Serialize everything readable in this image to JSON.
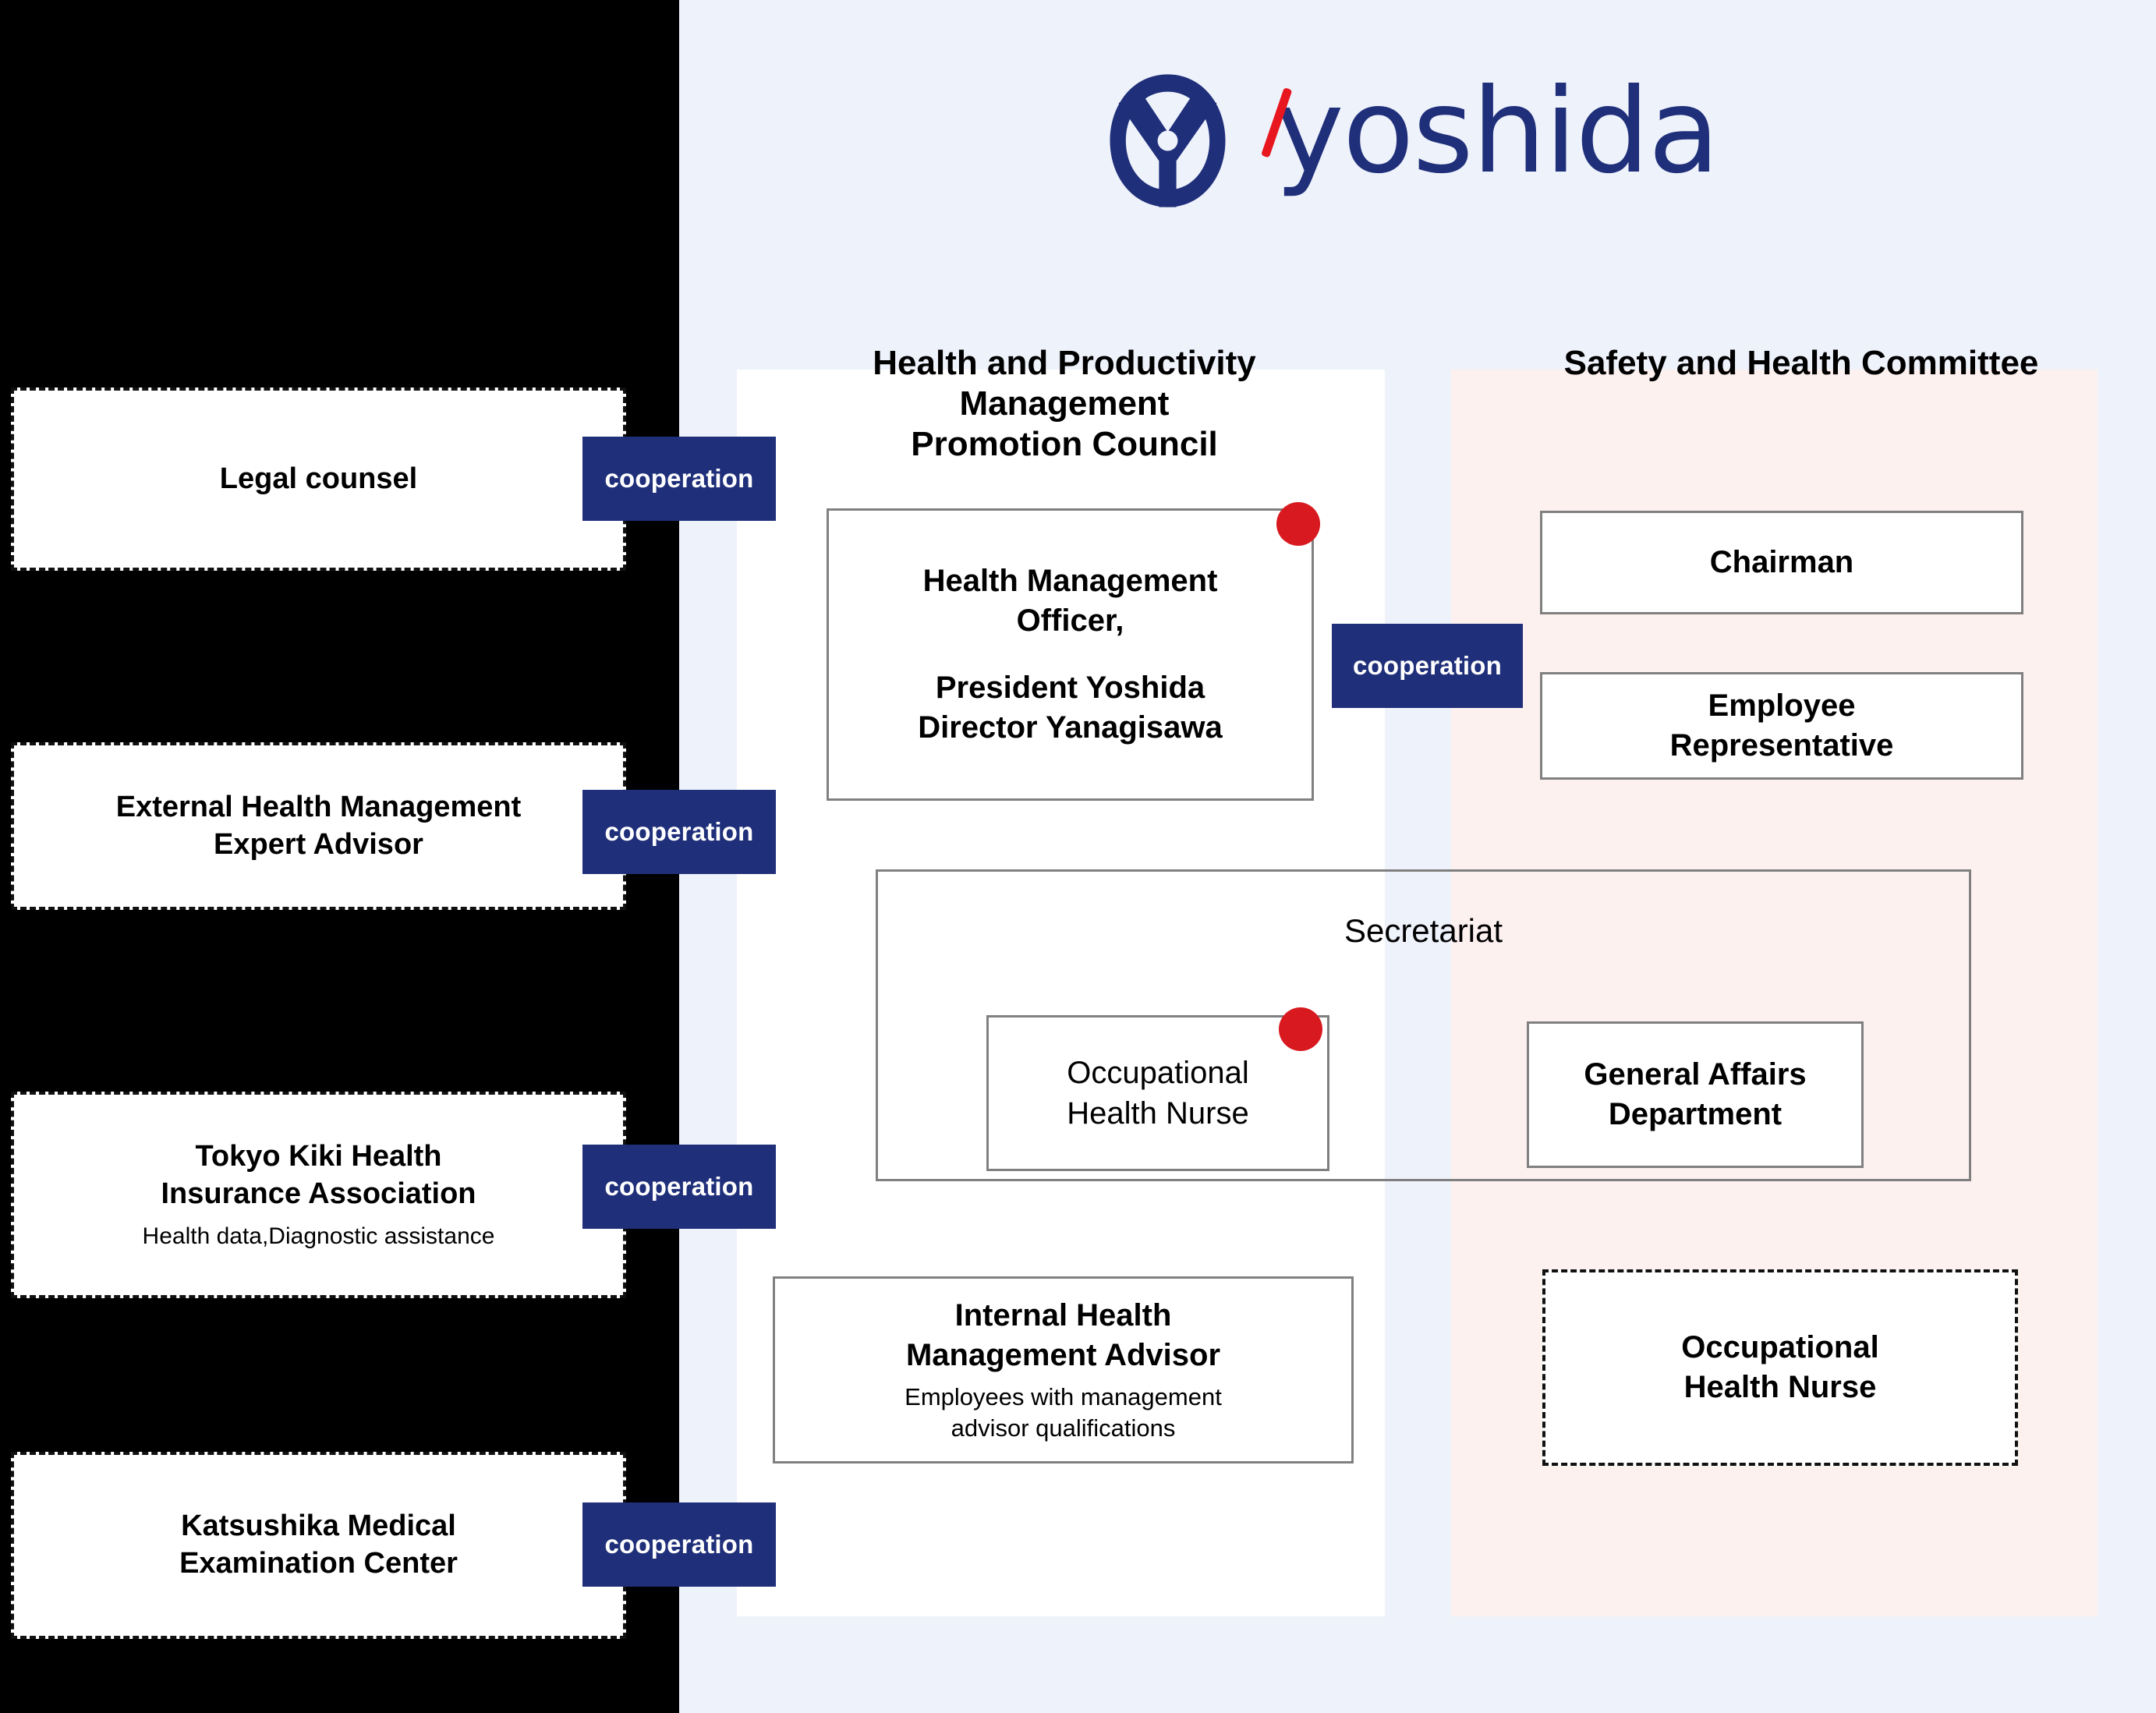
{
  "brand": {
    "logo_icon": "yoshida-y-circle-logo",
    "wordmark": "yoshida",
    "navy": "#1f2f7a",
    "red": "#e8161f"
  },
  "page": {
    "background": "#eef2fb",
    "left_band_color": "#000000",
    "center_panel_color": "#ffffff",
    "right_panel_color": "#fdf1ef"
  },
  "partners": [
    {
      "title": "Legal counsel",
      "subtitle": "",
      "badge": "cooperation"
    },
    {
      "title": "External Health Management\nExpert Advisor",
      "title_line1": "External Health Management",
      "title_line2": "Expert Advisor",
      "subtitle": "",
      "badge": "cooperation"
    },
    {
      "title_line1": "Tokyo Kiki Health",
      "title_line2": "Insurance Association",
      "subtitle": "Health data,Diagnostic assistance",
      "badge": "cooperation"
    },
    {
      "title_line1": "Katsushika Medical",
      "title_line2": "Examination Center",
      "subtitle": "",
      "badge": "cooperation"
    }
  ],
  "center_column": {
    "heading_line1": "Health and Productivity",
    "heading_line2": "Management",
    "heading_line3": "Promotion Council",
    "officer_box": {
      "line1": "Health Management",
      "line2": "Officer,",
      "line3": "President Yoshida",
      "line4": "Director Yanagisawa",
      "marker": "red-dot"
    },
    "advisor_box": {
      "title_line1": "Internal Health",
      "title_line2": "Management Advisor",
      "sub_line1": "Employees with management",
      "sub_line2": "advisor qualifications"
    }
  },
  "center_right_badge": "cooperation",
  "secretariat": {
    "label": "Secretariat",
    "nurse_box": {
      "line1": "Occupational",
      "line2": "Health Nurse",
      "marker": "red-dot"
    },
    "general_affairs_box": {
      "line1": "General Affairs",
      "line2": "Department"
    }
  },
  "right_column": {
    "heading": "Safety and Health Committee",
    "chairman_box": {
      "line1": "Chairman"
    },
    "employee_rep_box": {
      "line1": "Employee",
      "line2": "Representative"
    },
    "nurse_box": {
      "line1": "Occupational",
      "line2": "Health Nurse"
    }
  }
}
